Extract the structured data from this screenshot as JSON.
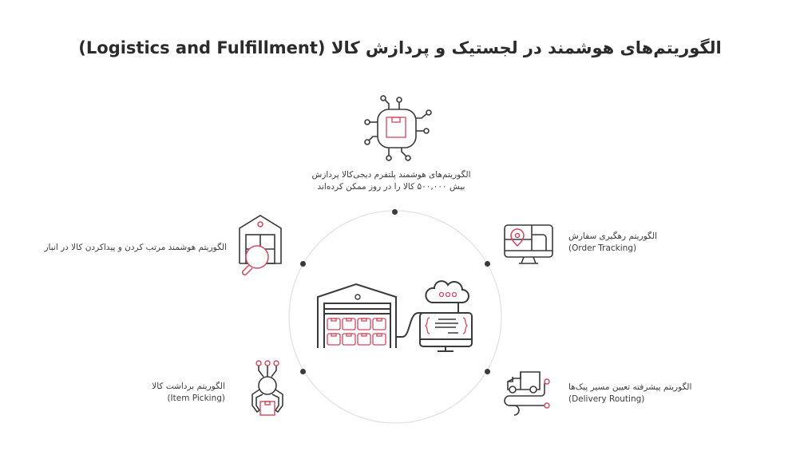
{
  "title": "الگوریتم‌های هوشمند در لجستیک و پردازش کالا (Logistics and Fulfillment)",
  "colors": {
    "stroke": "#3a3a3a",
    "accent": "#d0485e",
    "circle": "#e2e2e2",
    "dot": "#3b3b3b"
  },
  "center": {
    "label": "warehouse-connected-to-cloud-computer"
  },
  "nodes": {
    "top": {
      "icon": "chip-box-icon",
      "line1": "الگوریتم‌های هوشمند پلتفرم دیجی‌کالا پردازش",
      "line2": "بیش ۵۰۰,۰۰۰ کالا را در روز ممکن کرده‌اند"
    },
    "left_top": {
      "icon": "warehouse-search-icon",
      "line1": "الگوریتم هوشمند مرتب کردن و پیداکردن کالا در انبار"
    },
    "right_top": {
      "icon": "monitor-map-pin-icon",
      "line1": "الگوریتم رهگیری سفارش",
      "line2": "(Order Tracking)"
    },
    "left_bottom": {
      "icon": "robot-claw-icon",
      "line1": "الگوریتم برداشت کالا",
      "line2": "(Item Picking)"
    },
    "right_bottom": {
      "icon": "truck-route-icon",
      "line1": "الگوریتم پیشرفته تعیین مسیر پیک‌ها",
      "line2": "(Delivery Routing)"
    }
  }
}
